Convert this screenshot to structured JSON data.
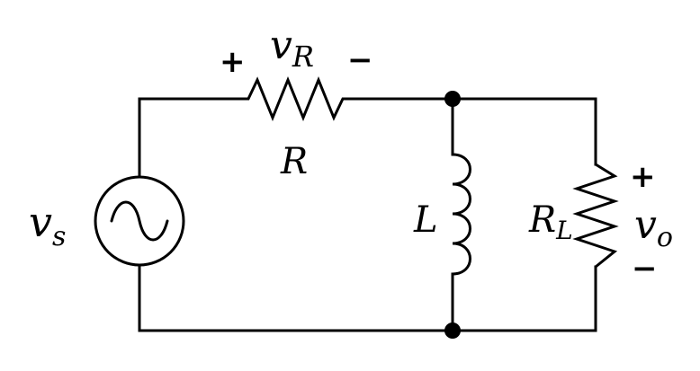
{
  "labels": {
    "source_main": "v",
    "source_sub": "s",
    "vr_main": "v",
    "vr_sub": "R",
    "resistor": "R",
    "inductor": "L",
    "load_main": "R",
    "load_sub": "L",
    "vo_main": "v",
    "vo_sub": "o",
    "plus": "+",
    "minus": "−"
  }
}
